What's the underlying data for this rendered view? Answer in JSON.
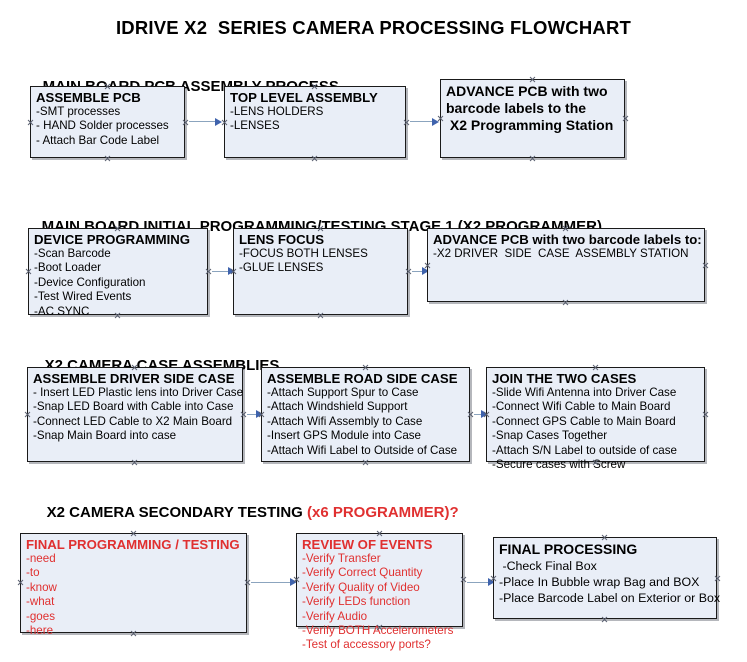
{
  "document": {
    "title": "IDRIVE X2  SERIES CAMERA PROCESSING FLOWCHART"
  },
  "colors": {
    "box_fill": "#e9eef7",
    "box_border": "#1a1a1a",
    "connector": "#8ba4be",
    "arrowhead": "#3f63ad",
    "accent_red": "#e03030",
    "text": "#000000"
  },
  "sections": [
    {
      "heading": "MAIN BOARD PCB ASSEMBLY PROCESS",
      "heading_accent": "",
      "boxes": [
        {
          "title": "ASSEMBLE PCB",
          "lines": [
            "-SMT processes",
            "- HAND Solder processes",
            "- Attach Bar Code Label"
          ],
          "red": false
        },
        {
          "title": "TOP LEVEL ASSEMBLY",
          "lines": [
            "-LENS HOLDERS",
            "-LENSES"
          ],
          "red": false
        },
        {
          "title": "ADVANCE PCB with two",
          "lines": [
            "barcode labels to the",
            " X2 Programming Station"
          ],
          "red": false
        }
      ]
    },
    {
      "heading": "MAIN BOARD INITIAL PROGRAMMING/TESTING STAGE 1 (X2 PROGRAMMER)",
      "heading_accent": "",
      "boxes": [
        {
          "title": "DEVICE PROGRAMMING",
          "lines": [
            "-Scan Barcode",
            "-Boot Loader",
            "-Device Configuration",
            "-Test Wired Events",
            "-AC SYNC"
          ],
          "red": false
        },
        {
          "title": "LENS FOCUS",
          "lines": [
            "-FOCUS BOTH LENSES",
            "-GLUE LENSES"
          ],
          "red": false
        },
        {
          "title": "ADVANCE PCB with two barcode labels to:",
          "lines": [
            "-X2 DRIVER  SIDE  CASE  ASSEMBLY STATION"
          ],
          "red": false
        }
      ]
    },
    {
      "heading": "X2 CAMERA CASE ASSEMBLIES",
      "heading_accent": "",
      "boxes": [
        {
          "title": "ASSEMBLE DRIVER SIDE CASE",
          "lines": [
            "- Insert LED Plastic lens into Driver Case",
            "-Snap LED Board with Cable into Case",
            "-Connect LED Cable to X2 Main Board",
            "-Snap Main Board into case"
          ],
          "red": false
        },
        {
          "title": "ASSEMBLE ROAD SIDE CASE",
          "lines": [
            "-Attach Support Spur to Case",
            "-Attach Windshield Support",
            "-Attach Wifi Assembly to Case",
            "-Insert GPS Module into Case",
            "-Attach Wifi Label to Outside of Case"
          ],
          "red": false
        },
        {
          "title": "JOIN THE TWO CASES",
          "lines": [
            "-Slide Wifi Antenna into Driver Case",
            "-Connect Wifi Cable to Main Board",
            "-Connect GPS Cable to Main Board",
            "-Snap Cases Together",
            "-Attach S/N Label to outside of case",
            "-Secure cases with Screw"
          ],
          "red": false
        }
      ]
    },
    {
      "heading": "X2 CAMERA SECONDARY TESTING ",
      "heading_accent": "(x6 PROGRAMMER)?",
      "boxes": [
        {
          "title": "FINAL PROGRAMMING / TESTING",
          "lines": [
            "-need",
            "-to",
            "-know",
            "-what",
            "-goes",
            "-here"
          ],
          "red": true
        },
        {
          "title": "REVIEW OF EVENTS",
          "lines": [
            "-Verify Transfer",
            "-Verify Correct Quantity",
            "-Verify Quality of Video",
            "-Verify LEDs function",
            "-Verify Audio",
            "-Verify BOTH Accelerometers",
            "-Test of accessory ports?"
          ],
          "red": true
        },
        {
          "title": "FINAL PROCESSING",
          "lines": [
            " -Check Final Box",
            "-Place In Bubble wrap Bag and BOX",
            "-Place Barcode Label on Exterior or Box"
          ],
          "red": false
        }
      ]
    }
  ]
}
